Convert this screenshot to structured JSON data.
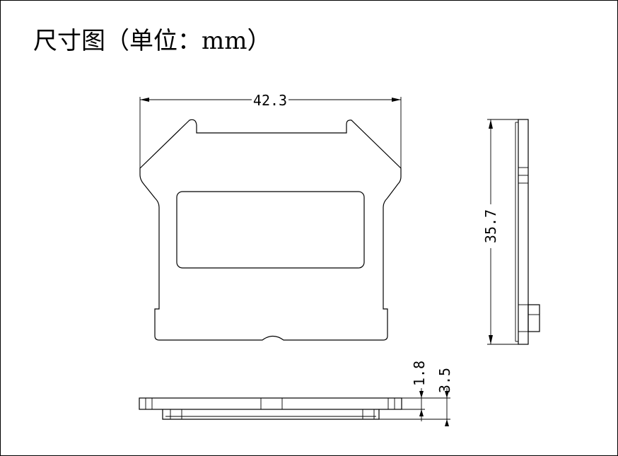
{
  "title": "尺寸图（单位：mm）",
  "dimensions": {
    "width": "42.3",
    "height": "35.7",
    "thickness_small": "1.8",
    "thickness_total": "3.5"
  }
}
